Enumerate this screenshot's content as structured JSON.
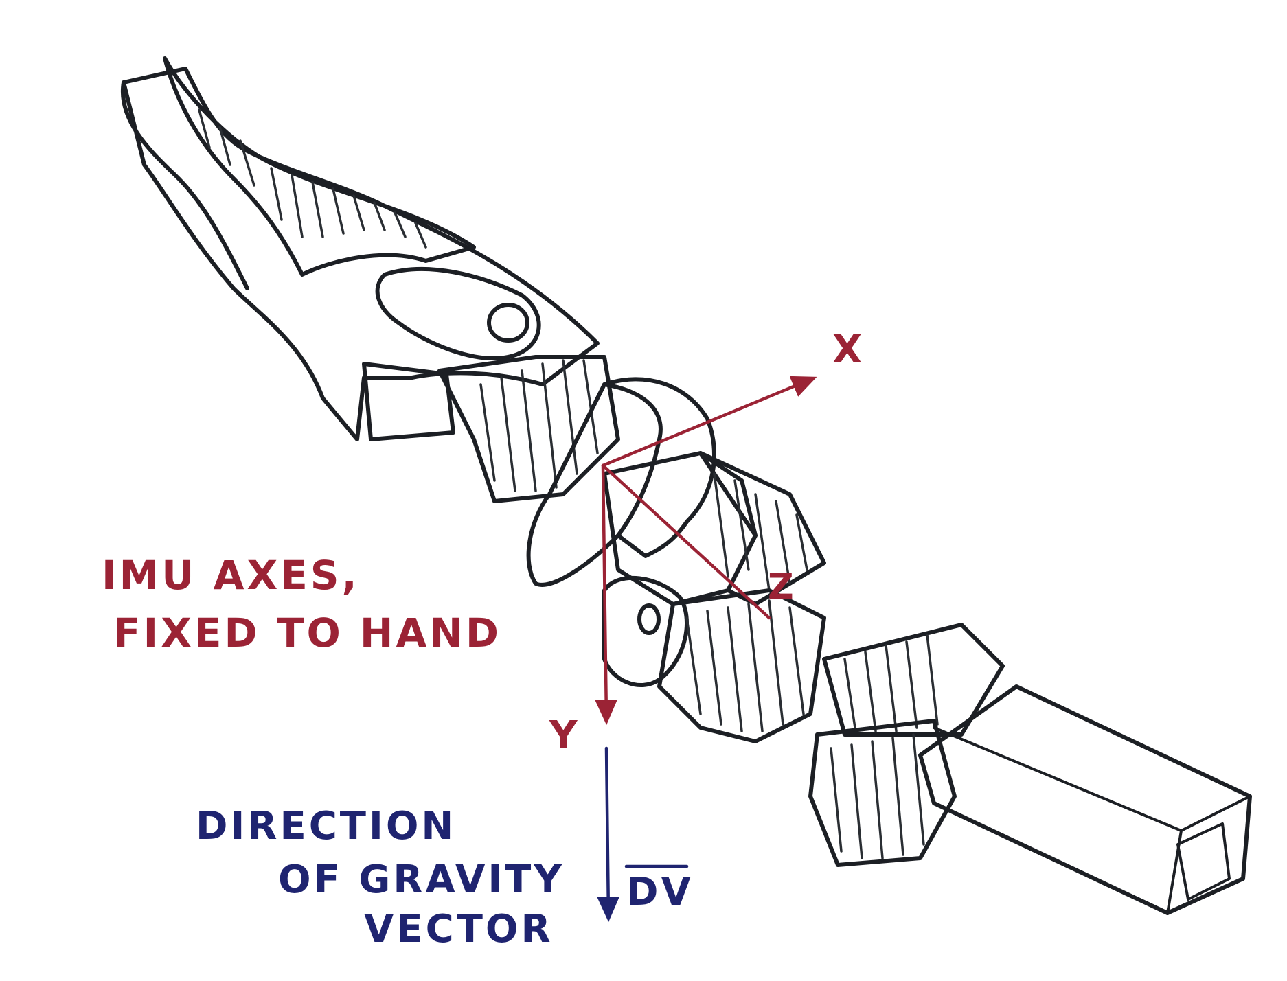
{
  "labels": {
    "imu_line1": "IMU AXES,",
    "imu_line2": "FIXED TO HAND",
    "axis_x": "X",
    "axis_y": "Y",
    "axis_z": "Z",
    "gravity_line1": "DIRECTION",
    "gravity_line2": "OF GRAVITY",
    "gravity_line3": "VECTOR",
    "gravity_symbol": "DV"
  },
  "colors": {
    "ink": "#1c1f24",
    "imu_red": "#9b2335",
    "gravity_blue": "#1f2470",
    "background": "#ffffff"
  }
}
